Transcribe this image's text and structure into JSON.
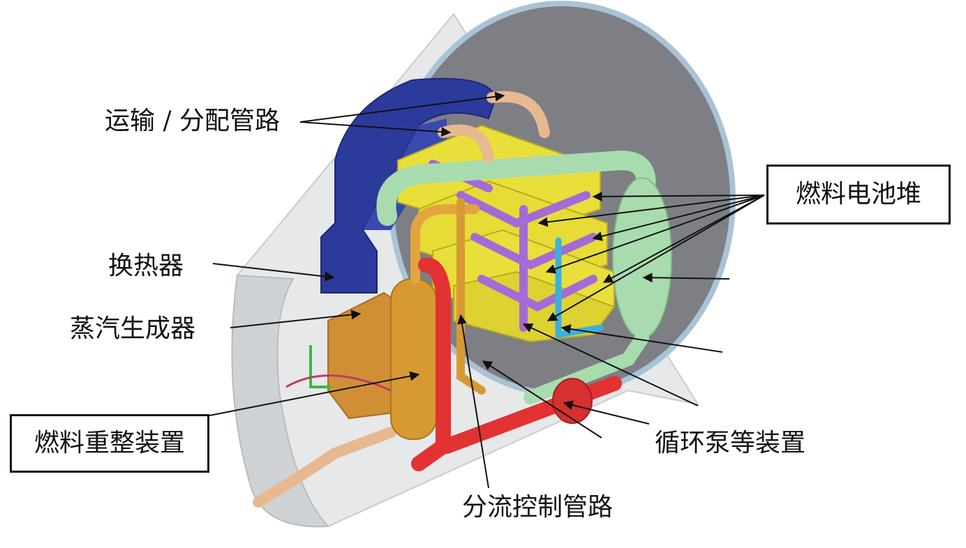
{
  "labels": {
    "transport_pipes": "运输 / 分配管路",
    "heat_exchanger": "换热器",
    "steam_generator": "蒸汽生成器",
    "fuel_reformer": "燃料重整装置",
    "fuel_cell_stack": "燃料电池堆",
    "pump_devices": "循环泵等装置",
    "shunt_pipes": "分流控制管路"
  },
  "colors": {
    "shell_fill": "#dadde0",
    "back_disk": "#7d7f84",
    "heat_exchanger": "#2c3a9c",
    "fuel_cell_plates": "#e9df3a",
    "distribution_pipes": "#a66ad6",
    "coolant_pipe": "#a8dcae",
    "return_pipe": "#e23232",
    "reformer": "#d79a32",
    "transport_pipe": "#e8b890",
    "cyan_pipe": "#3bb1e0"
  }
}
